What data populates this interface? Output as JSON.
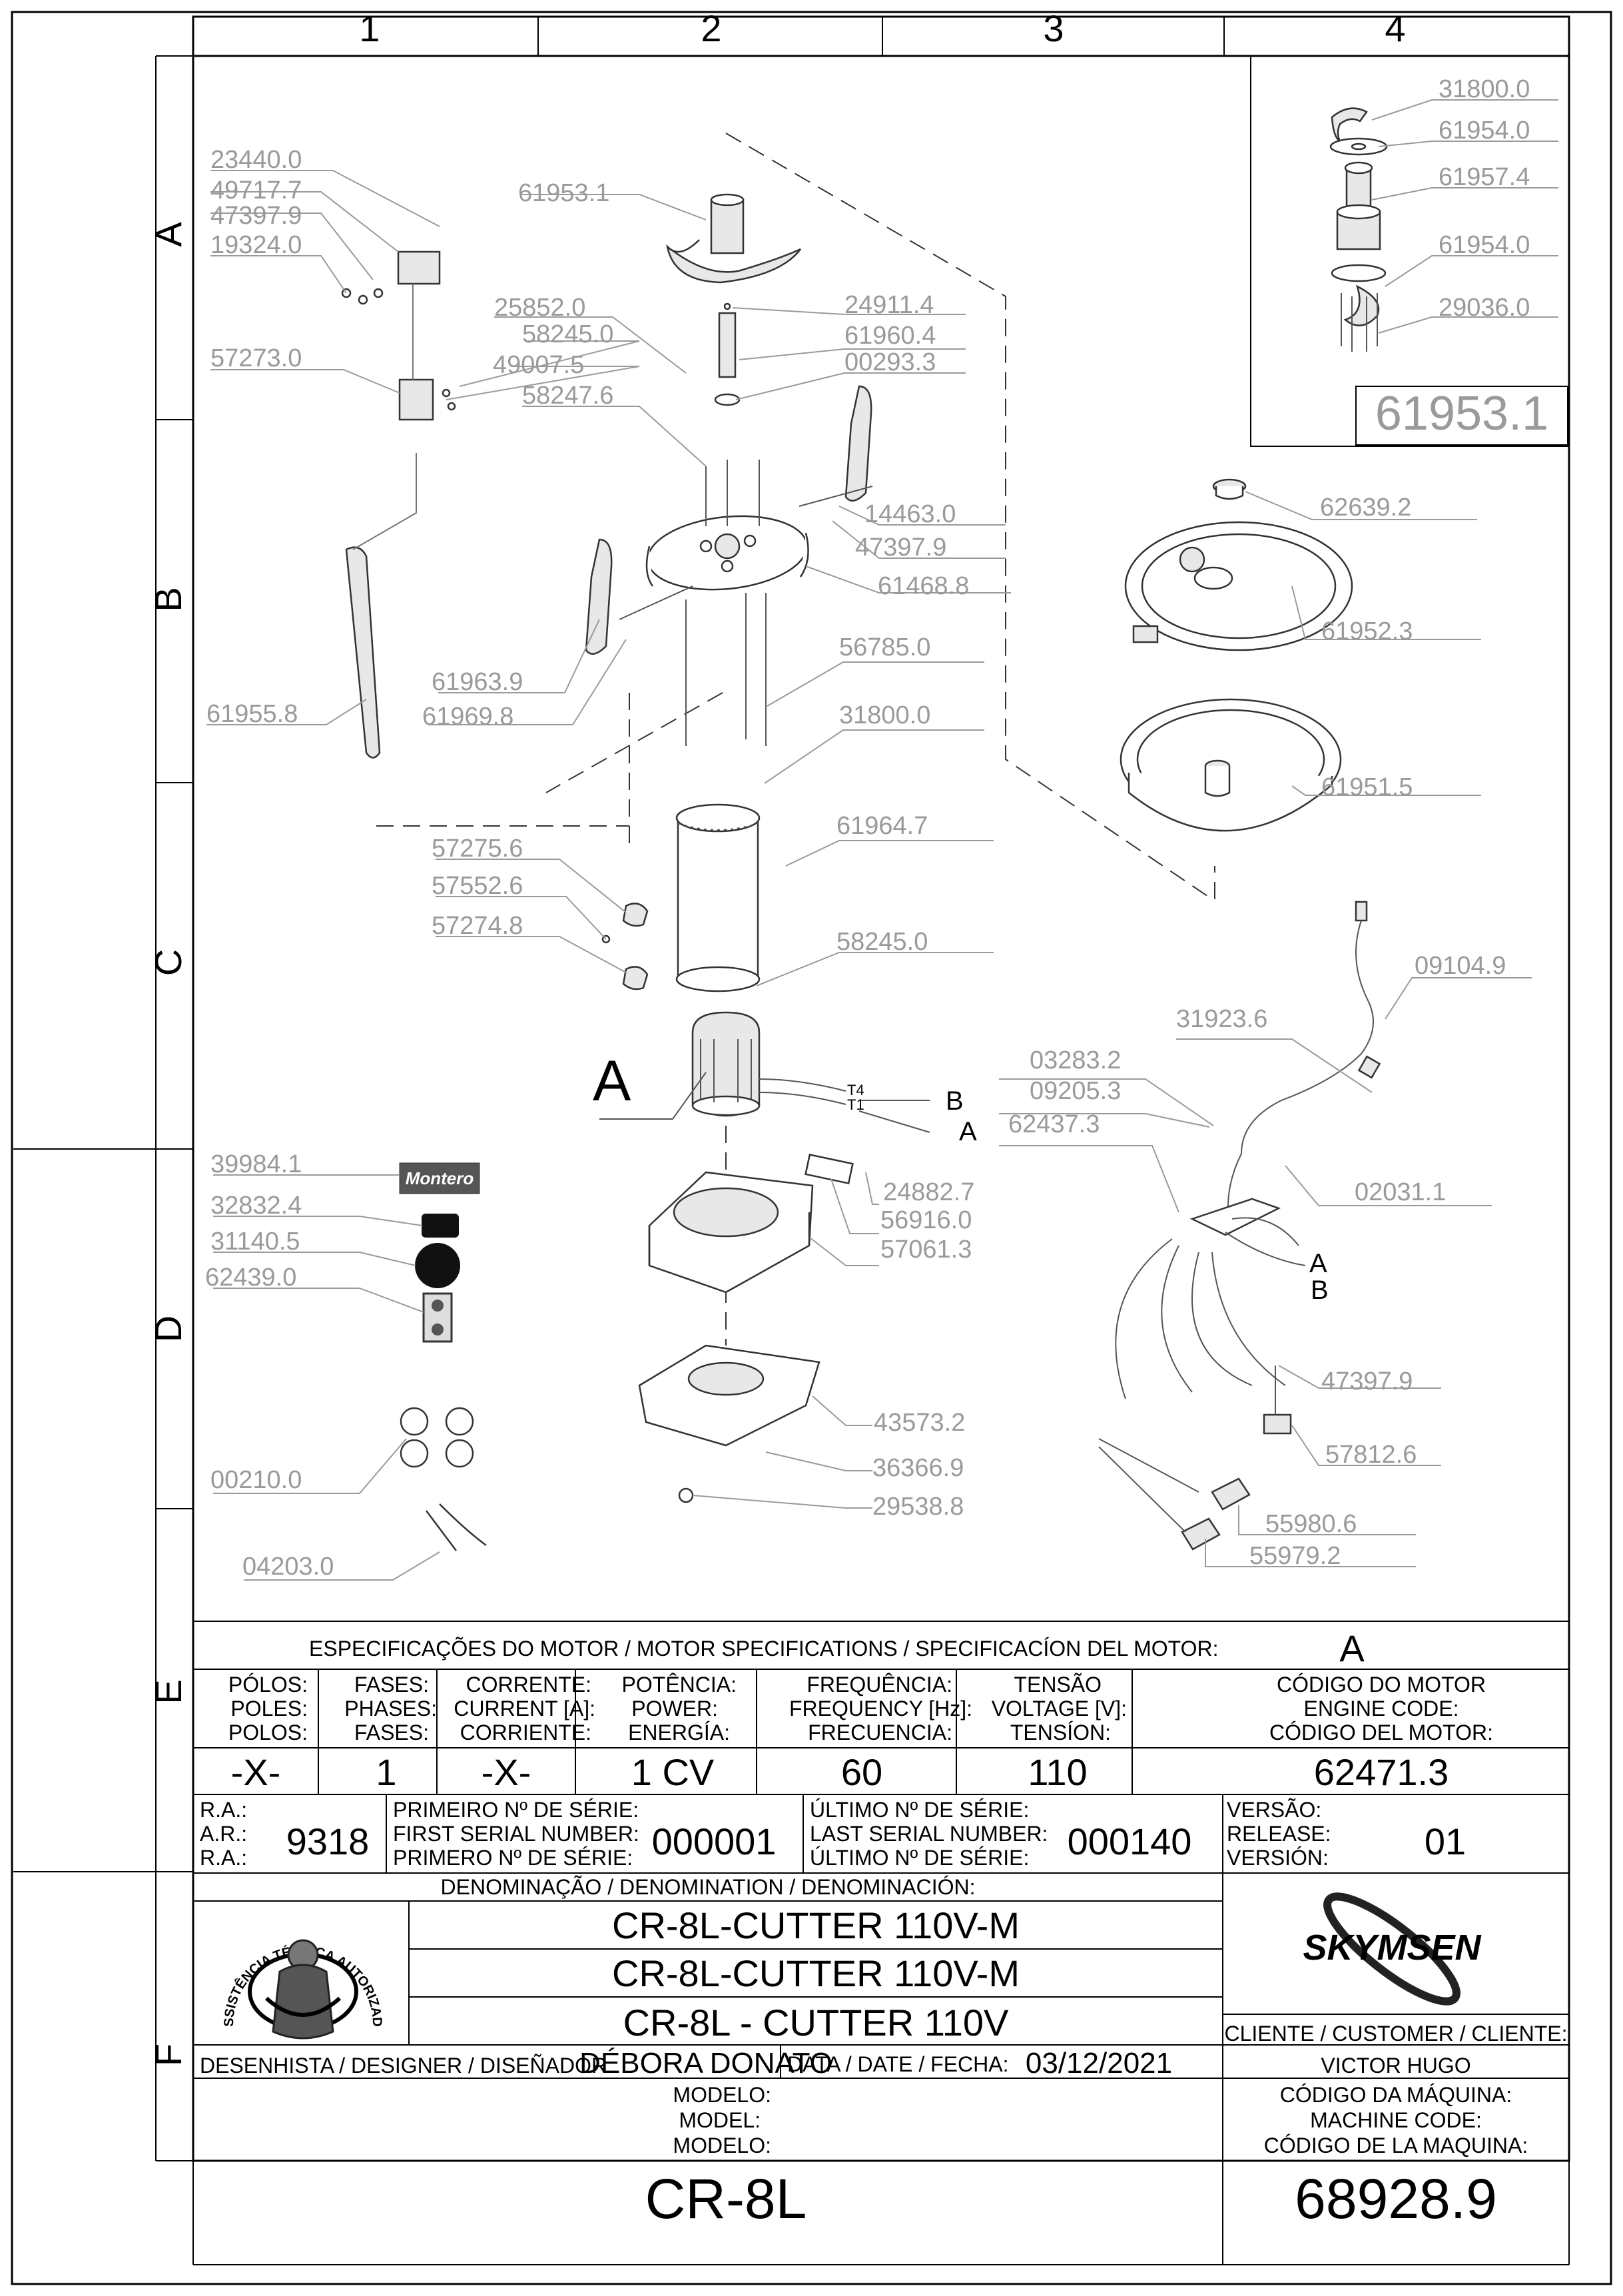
{
  "grid": {
    "columns": [
      "1",
      "2",
      "3",
      "4"
    ],
    "rows": [
      "A",
      "B",
      "C",
      "D",
      "E",
      "F"
    ]
  },
  "inset_code": "61953.1",
  "part_numbers": {
    "p23440_0": "23440.0",
    "p49717_7": "49717.7",
    "p47397_9a": "47397.9",
    "p19324_0": "19324.0",
    "p57273_0": "57273.0",
    "p61955_8": "61955.8",
    "p61953_1": "61953.1",
    "p25852_0": "25852.0",
    "p58245_0a": "58245.0",
    "p49007_5": "49007.5",
    "p58247_6": "58247.6",
    "p24911_4": "24911.4",
    "p61960_4": "61960.4",
    "p00293_3": "00293.3",
    "p14463_0": "14463.0",
    "p47397_9b": "47397.9",
    "p61468_8": "61468.8",
    "p56785_0": "56785.0",
    "p31800_0a": "31800.0",
    "p61963_9": "61963.9",
    "p61969_8": "61969.8",
    "p61964_7": "61964.7",
    "p57275_6": "57275.6",
    "p57552_6": "57552.6",
    "p57274_8": "57274.8",
    "p58245_0b": "58245.0",
    "p24882_7": "24882.7",
    "p56916_0": "56916.0",
    "p57061_3": "57061.3",
    "p43573_2": "43573.2",
    "p36366_9": "36366.9",
    "p29538_8": "29538.8",
    "p39984_1": "39984.1",
    "p32832_4": "32832.4",
    "p31140_5": "31140.5",
    "p62439_0": "62439.0",
    "p00210_0": "00210.0",
    "p04203_0": "04203.0",
    "p31800_0b": "31800.0",
    "p61954_0a": "61954.0",
    "p61957_4": "61957.4",
    "p61954_0b": "61954.0",
    "p29036_0": "29036.0",
    "p62639_2": "62639.2",
    "p61952_3": "61952.3",
    "p61951_5": "61951.5",
    "p09104_9": "09104.9",
    "p31923_6": "31923.6",
    "p03283_2": "03283.2",
    "p09205_3": "09205.3",
    "p62437_3": "62437.3",
    "p02031_1": "02031.1",
    "p47397_9c": "47397.9",
    "p57812_6": "57812.6",
    "p55980_6": "55980.6",
    "p55979_2": "55979.2"
  },
  "callouts": {
    "motor_A": "A",
    "t4": "T4",
    "t1": "T1",
    "B": "B",
    "A": "A",
    "board_A": "A",
    "board_B": "B",
    "brand_label": "Montero"
  },
  "motor_specs": {
    "header": "ESPECIFICAÇÕES DO MOTOR / MOTOR SPECIFICATIONS / SPECIFICACÍON DEL MOTOR:",
    "header_value": "A",
    "poles": [
      "PÓLOS:",
      "POLES:",
      "POLOS:"
    ],
    "phases": [
      "FASES:",
      "PHASES:",
      "FASES:"
    ],
    "current": [
      "CORRENTE:",
      "CURRENT [A]:",
      "CORRIENTE:"
    ],
    "power": [
      "POTÊNCIA:",
      "POWER:",
      "ENERGÍA:"
    ],
    "frequency": [
      "FREQUÊNCIA:",
      "FREQUENCY [Hz]:",
      "FRECUENCIA:"
    ],
    "voltage": [
      "TENSÃO",
      "VOLTAGE [V]:",
      "TENSÍON:"
    ],
    "engine_code": [
      "CÓDIGO DO MOTOR",
      "ENGINE CODE:",
      "CÓDIGO DEL MOTOR:"
    ],
    "poles_value": "-X-",
    "phases_value": "1",
    "current_value": "-X-",
    "power_value": "1 CV",
    "frequency_value": "60",
    "voltage_value": "110",
    "engine_code_value": "62471.3"
  },
  "serial": {
    "ra_labels": [
      "R.A.:",
      "A.R.:",
      "R.A.:"
    ],
    "ra_value": "9318",
    "first_labels": [
      "PRIMEIRO Nº DE SÉRIE:",
      "FIRST SERIAL NUMBER:",
      "PRIMERO Nº DE SÉRIE:"
    ],
    "first_value": "000001",
    "last_labels": [
      "ÚLTIMO Nº DE SÉRIE:",
      "LAST SERIAL NUMBER:",
      "ÚLTIMO Nº DE SÉRIE:"
    ],
    "last_value": "000140",
    "release_labels": [
      "VERSÃO:",
      "RELEASE:",
      "VERSIÓN:"
    ],
    "release_value": "01"
  },
  "denomination": {
    "header": "DENOMINAÇÃO / DENOMINATION / DENOMINACIÓN:",
    "lines": [
      "CR-8L-CUTTER 110V-M",
      "CR-8L-CUTTER 110V-M",
      "CR-8L - CUTTER 110V"
    ]
  },
  "logos": {
    "assist_text": "ASSISTÊNCIA TÉCNICA AUTORIZADA",
    "brand": "SKYMSEN"
  },
  "client": {
    "label": "CLIENTE / CUSTOMER / CLIENTE:",
    "value": "VICTOR HUGO"
  },
  "designer": {
    "label": "DESENHISTA / DESIGNER / DISEÑADOR:",
    "value": "DÉBORA DONATO"
  },
  "date": {
    "label": "DATA / DATE / FECHA:",
    "value": "03/12/2021"
  },
  "model": {
    "labels": [
      "MODELO:",
      "MODEL:",
      "MODELO:"
    ],
    "value": "CR-8L"
  },
  "machine_code": {
    "labels": [
      "CÓDIGO DA MÁQUINA:",
      "MACHINE CODE:",
      "CÓDIGO DE LA MAQUINA:"
    ],
    "value": "68928.9"
  }
}
